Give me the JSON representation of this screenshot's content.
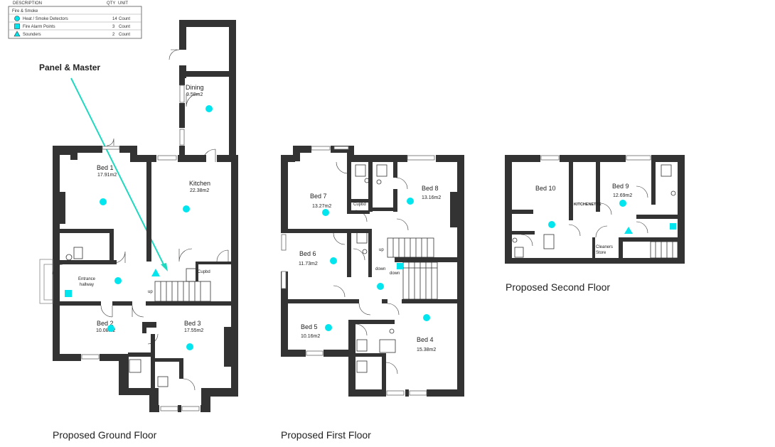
{
  "legend": {
    "header_description": "DESCRIPTION",
    "header_qty": "QTY",
    "header_unit": "UNIT",
    "category": "Fire & Smoke",
    "rows": [
      {
        "label": "Heat / Smoke Detectors",
        "qty": "14",
        "unit": "Count",
        "symbol": "circle"
      },
      {
        "label": "Fire Alarm Points",
        "qty": "3",
        "unit": "Count",
        "symbol": "square"
      },
      {
        "label": "Sounders",
        "qty": "2",
        "unit": "Count",
        "symbol": "triangle"
      }
    ]
  },
  "annotation": {
    "panel_label": "Panel & Master"
  },
  "colors": {
    "wall": "#333333",
    "symbol": "#00e5ee",
    "arrow": "#1ed9c0"
  },
  "ground_floor": {
    "title": "Proposed Ground Floor",
    "rooms": {
      "dining": {
        "name": "Dining",
        "area": "9.58m2"
      },
      "bed1": {
        "name": "Bed 1",
        "area": "17.91m2"
      },
      "kitchen": {
        "name": "Kitchen",
        "area": "22.38m2"
      },
      "entrance": {
        "line1": "Entrance",
        "line2": "hallway"
      },
      "bed2": {
        "name": "Bed 2",
        "area": "10.08m2"
      },
      "bed3": {
        "name": "Bed 3",
        "area": "17.55m2"
      },
      "cupbd": "Cupbd",
      "up": "up"
    }
  },
  "first_floor": {
    "title": "Proposed First Floor",
    "rooms": {
      "bed7": {
        "name": "Bed 7",
        "area": "13.27m2"
      },
      "bed8": {
        "name": "Bed 8",
        "area": "13.16m2"
      },
      "bed6": {
        "name": "Bed 6",
        "area": "11.73m2"
      },
      "bed5": {
        "name": "Bed 5",
        "area": "10.16m2"
      },
      "bed4": {
        "name": "Bed 4",
        "area": "15.38m2"
      },
      "cupbd": "Cupbd",
      "up": "up",
      "down1": "down",
      "down2": "down"
    }
  },
  "second_floor": {
    "title": "Proposed Second Floor",
    "rooms": {
      "bed10": {
        "name": "Bed 10"
      },
      "bed9": {
        "name": "Bed 9",
        "area": "12.69m2"
      },
      "kitchenette": "KITCHENETTE",
      "cleaners1": "Cleaners",
      "cleaners2": "Store"
    }
  }
}
